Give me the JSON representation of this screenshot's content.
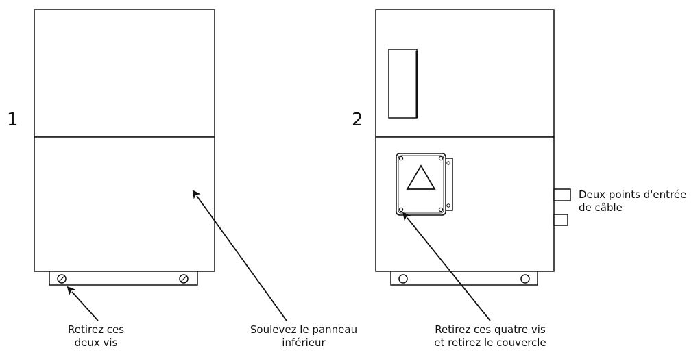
{
  "figure1": {
    "number": "1",
    "callout_screws": [
      "Retirez ces",
      "deux vis"
    ],
    "callout_panel": [
      "Soulevez le panneau",
      "inférieur"
    ]
  },
  "figure2": {
    "number": "2",
    "callout_cover": [
      "Retirez ces quatre vis",
      "et retirez le couvercle"
    ],
    "callout_cable": [
      "Deux points d'entrée",
      "de câble"
    ]
  }
}
